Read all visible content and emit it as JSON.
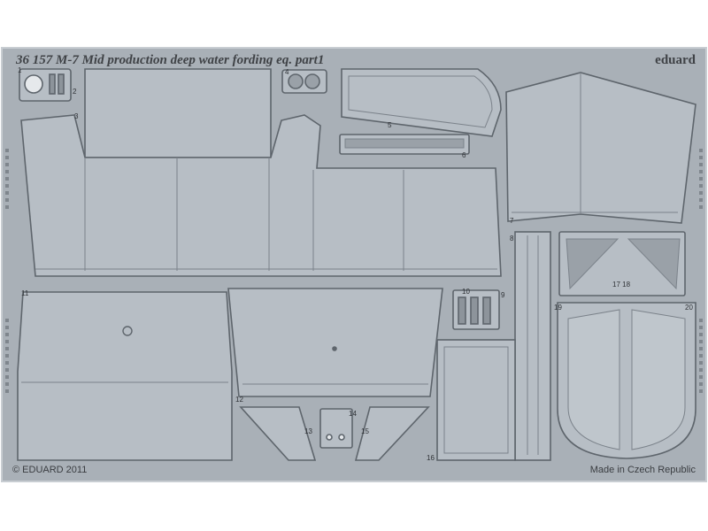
{
  "fret": {
    "title": "36 157   M-7 Mid production deep water fording eq.     part1",
    "brand": "eduard",
    "copyright": "© EDUARD 2011",
    "origin": "Made in Czech Republic",
    "part_numbers": [
      "1",
      "2",
      "3",
      "4",
      "5",
      "6",
      "7",
      "8",
      "9",
      "10",
      "11",
      "12",
      "13",
      "14",
      "15",
      "16",
      "17 18",
      "19",
      "20"
    ]
  },
  "colors": {
    "background": "#ffffff",
    "sheet": "#a9b0b7",
    "part": "#b7bec5",
    "outline": "#5e656c",
    "etch_line": "#7b828a",
    "text": "#3a3d41"
  }
}
